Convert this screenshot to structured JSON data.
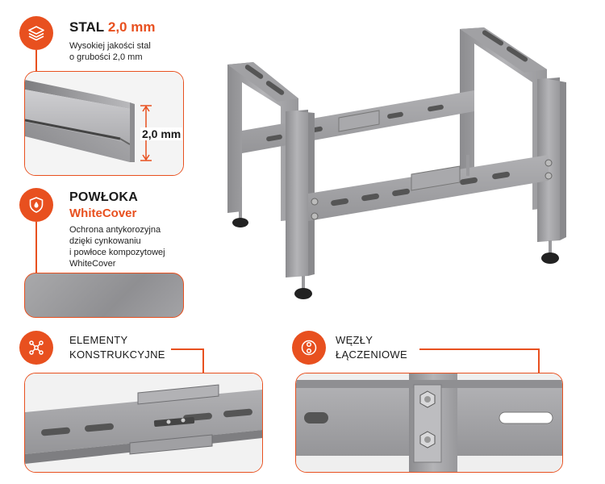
{
  "steel": {
    "title": "STAL",
    "value": "2,0 mm",
    "description_line1": "Wysokiej jakości stal",
    "description_line2": "o grubości 2,0 mm",
    "dimension_label": "2,0 mm",
    "icon": "layers-icon"
  },
  "coating": {
    "title": "POWŁOKA",
    "subtitle": "WhiteCover",
    "description_line1": "Ochrona antykorozyjna",
    "description_line2": "dzięki cynkowaniu",
    "description_line3": "i powłoce kompozytowej",
    "description_line4": "WhiteCover",
    "icon": "shield-drop-icon"
  },
  "elements": {
    "title_line1": "ELEMENTY",
    "title_line2": "KONSTRUKCYJNE",
    "icon": "structure-nodes-icon"
  },
  "joints": {
    "title_line1": "WĘZŁY",
    "title_line2": "ŁĄCZENIOWE",
    "icon": "bolt-joint-icon"
  },
  "colors": {
    "accent": "#e8501f",
    "steel": "#a9a9ab"
  }
}
